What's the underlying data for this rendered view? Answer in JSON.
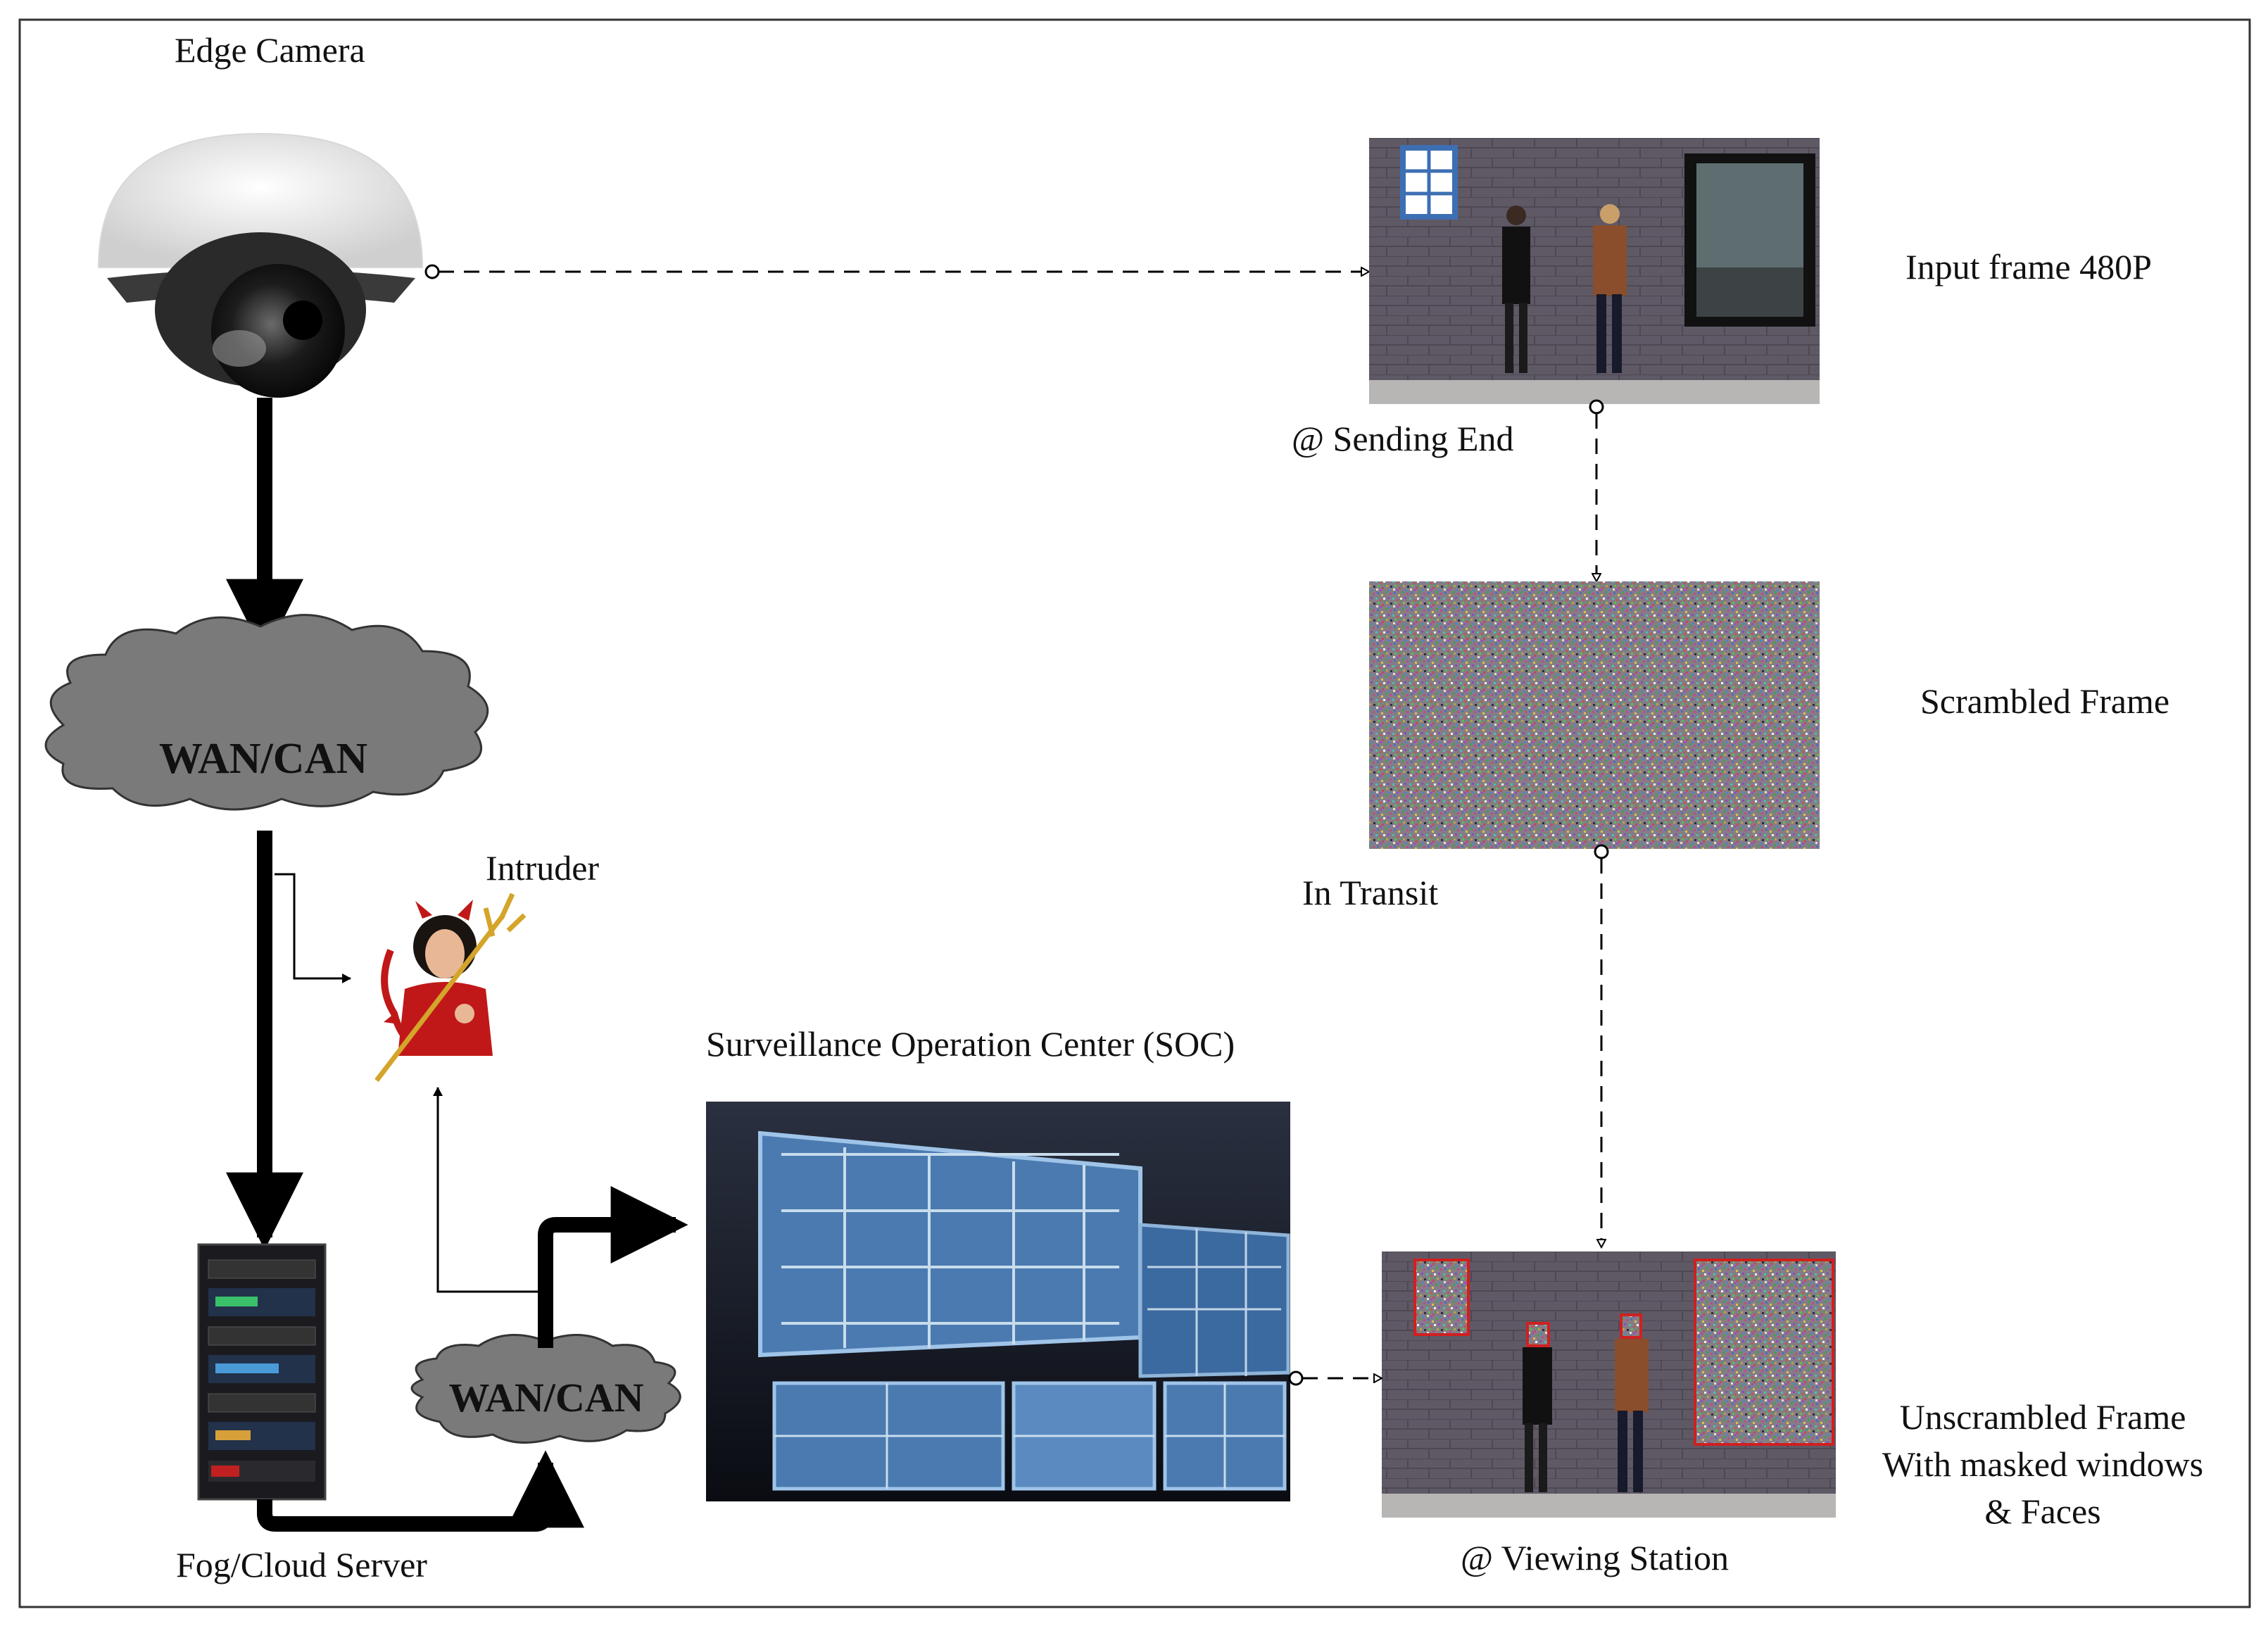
{
  "labels": {
    "edge_camera": "Edge Camera",
    "input_frame": "Input frame 480P",
    "sending_end": "@ Sending End",
    "scrambled_frame": "Scrambled Frame",
    "in_transit": "In Transit",
    "wan_top": "WAN/CAN",
    "intruder": "Intruder",
    "soc": "Surveillance Operation Center (SOC)",
    "wan_bottom": "WAN/CAN",
    "fog_server": "Fog/Cloud Server",
    "unscrambled_line1": "Unscrambled Frame",
    "unscrambled_line2": "With masked windows",
    "unscrambled_line3": "& Faces",
    "viewing_station": "@ Viewing Station"
  },
  "icons": {
    "camera": "dome-camera-icon",
    "server": "server-rack-icon",
    "intruder": "devil-intruder-icon",
    "soc": "monitor-wall-icon",
    "cloud": "cloud-icon"
  },
  "colors": {
    "brick": "#5f5966",
    "noise_base": "#8a8086",
    "mask_border": "#d02020",
    "cloud_fill": "#7a7a7a",
    "arrow": "#000000"
  }
}
